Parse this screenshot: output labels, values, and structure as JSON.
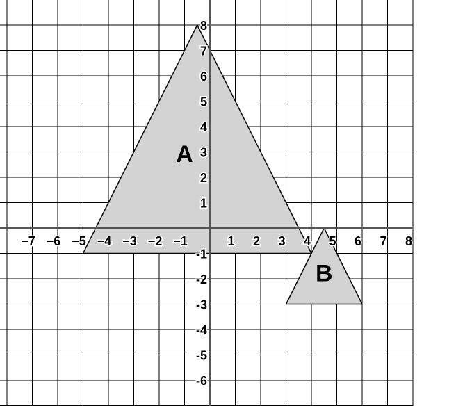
{
  "grid": {
    "x_range": [
      -8,
      8
    ],
    "y_range": [
      -7,
      8
    ],
    "x_ticks": [
      {
        "value": -7,
        "label": "−7"
      },
      {
        "value": -6,
        "label": "−6"
      },
      {
        "value": -5,
        "label": "−5"
      },
      {
        "value": -4,
        "label": "−4"
      },
      {
        "value": -3,
        "label": "−3"
      },
      {
        "value": -2,
        "label": "−2"
      },
      {
        "value": -1,
        "label": "−1"
      },
      {
        "value": 1,
        "label": "1"
      },
      {
        "value": 2,
        "label": "2"
      },
      {
        "value": 3,
        "label": "3"
      },
      {
        "value": 4,
        "label": "4"
      },
      {
        "value": 5,
        "label": "5"
      },
      {
        "value": 6,
        "label": "6"
      },
      {
        "value": 7,
        "label": "7"
      },
      {
        "value": 8,
        "label": "8"
      }
    ],
    "y_ticks": [
      {
        "value": 8,
        "label": "8"
      },
      {
        "value": 7,
        "label": "7"
      },
      {
        "value": 6,
        "label": "6"
      },
      {
        "value": 5,
        "label": "5"
      },
      {
        "value": 4,
        "label": "4"
      },
      {
        "value": 3,
        "label": "3"
      },
      {
        "value": 2,
        "label": "2"
      },
      {
        "value": 1,
        "label": "1"
      },
      {
        "value": -1,
        "label": "-1"
      },
      {
        "value": -2,
        "label": "-2"
      },
      {
        "value": -3,
        "label": "-3"
      },
      {
        "value": -4,
        "label": "-4"
      },
      {
        "value": -5,
        "label": "-5"
      },
      {
        "value": -6,
        "label": "-6"
      }
    ],
    "line_color": "#000000",
    "axis_color": "#555555"
  },
  "shapes": [
    {
      "id": "A",
      "label": "A",
      "vertices": [
        [
          -0.5,
          8
        ],
        [
          -5,
          -1
        ],
        [
          4,
          -1
        ]
      ],
      "label_at": [
        -1,
        2.6
      ],
      "fill": "#d3d3d3"
    },
    {
      "id": "B",
      "label": "B",
      "vertices": [
        [
          4.5,
          0
        ],
        [
          3,
          -3
        ],
        [
          6,
          -3
        ]
      ],
      "label_at": [
        4.5,
        -2.1
      ],
      "fill": "#d3d3d3"
    }
  ]
}
